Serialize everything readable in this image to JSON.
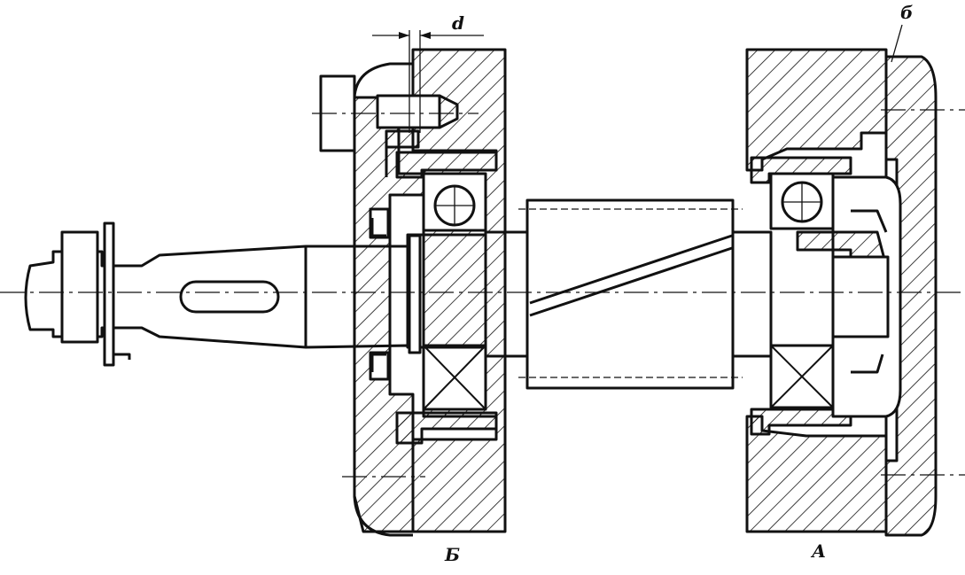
{
  "labels": {
    "clearance": "d",
    "cover_top": "б",
    "bearing_B": "Б",
    "bearing_A": "А"
  }
}
